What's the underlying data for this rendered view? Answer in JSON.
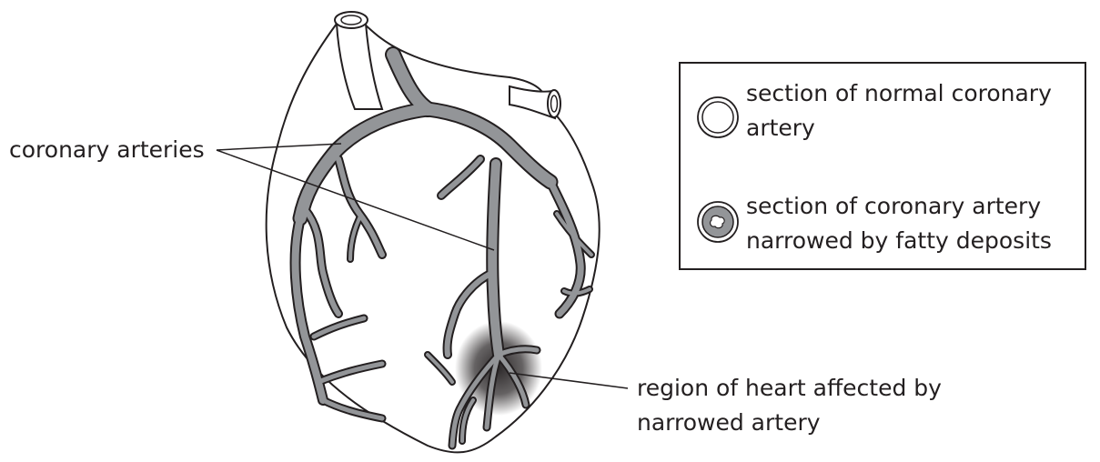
{
  "labels": {
    "coronary_arteries": "coronary arteries",
    "affected_region_line1": "region of heart affected by",
    "affected_region_line2": "narrowed artery"
  },
  "legend": {
    "normal": {
      "line1": "section of normal coronary",
      "line2": "artery"
    },
    "narrowed": {
      "line1": "section of coronary artery",
      "line2": "narrowed by fatty deposits"
    }
  },
  "colors": {
    "outline": "#231f20",
    "artery_fill": "#939598",
    "affected_region": "#231f20",
    "background": "#ffffff"
  }
}
